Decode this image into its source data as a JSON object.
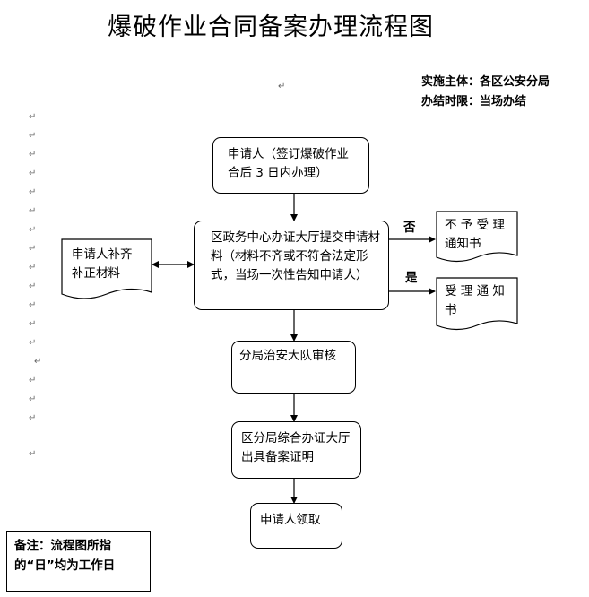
{
  "title": "爆破作业合同备案办理流程图",
  "info": {
    "subject": "实施主体：各区公安分局",
    "time_limit": "办结时限：当场办结"
  },
  "nodes": {
    "applicant": "申请人（签订爆破作业合后 3 日内办理）",
    "submit": "区政务中心办证大厅提交申请材料（材料不齐或不符合法定形式，当场一次性告知申请人）",
    "supplement": "申请人补齐补正材料",
    "reject": "不 予 受 理 通知书",
    "accept": "受 理 通 知 书",
    "review": "分局治安大队审核",
    "issue": "区分局综合办证大厅出具备案证明",
    "collect": "申请人领取"
  },
  "edge_labels": {
    "no": "否",
    "yes": "是"
  },
  "note": "备注：流程图所指的“日”均为工作日"
}
